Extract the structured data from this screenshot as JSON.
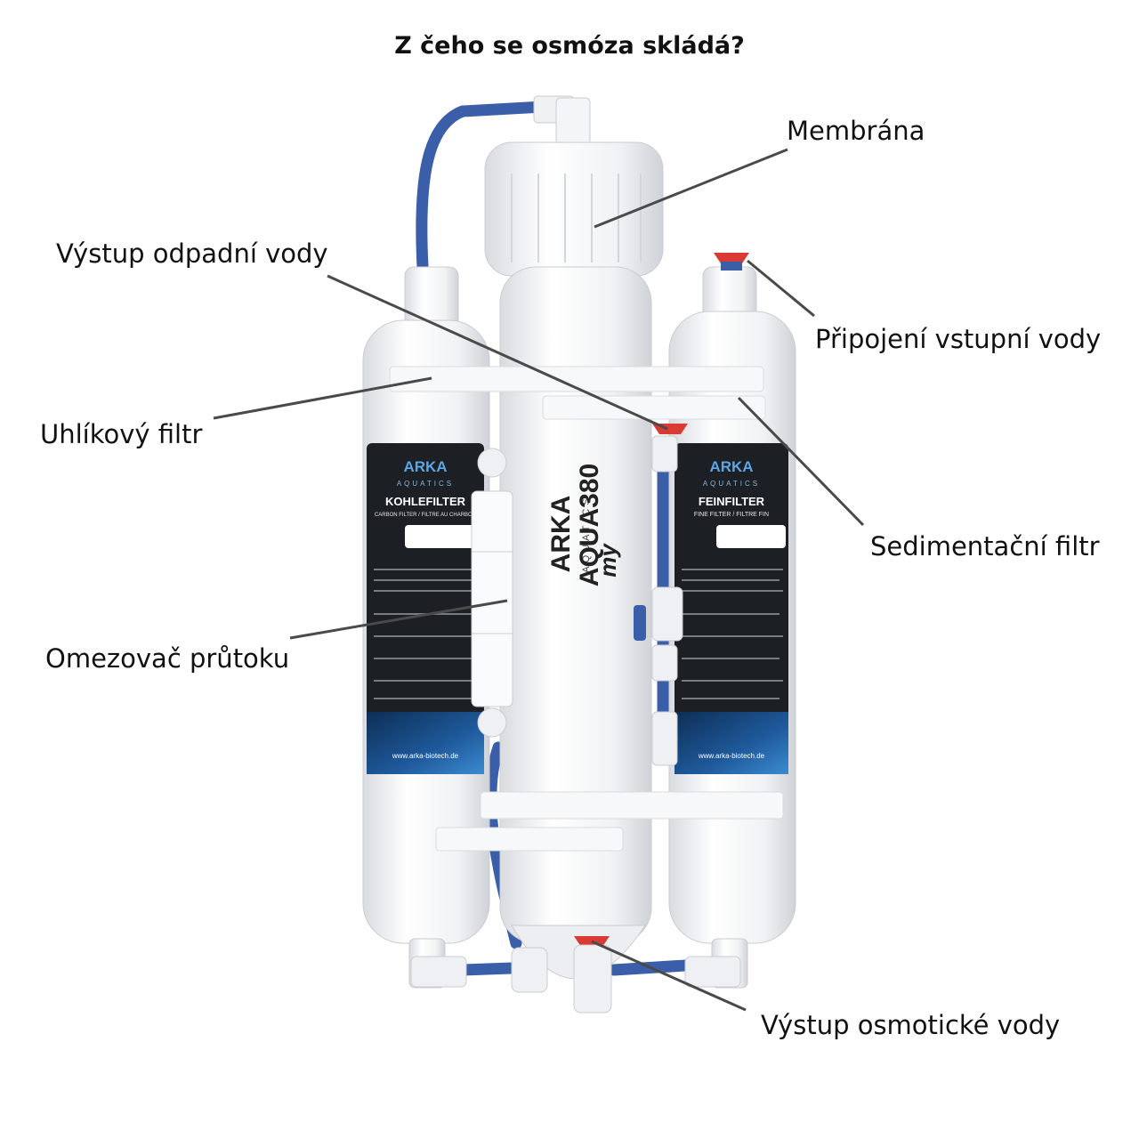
{
  "title": "Z čeho se osmóza skládá?",
  "labels": {
    "membrana": "Membrána",
    "vystup_odpadni": "Výstup odpadní vody",
    "pripojeni_vstupni": "Připojení vstupní vody",
    "uhlikovy_filtr": "Uhlíkový filtr",
    "sedimentacni_filtr": "Sedimentační filtr",
    "omezovac": "Omezovač průtoku",
    "vystup_osmoticke": "Výstup osmotické vody"
  },
  "device": {
    "brand": "ARKA",
    "brand_sub": "AQUATICS",
    "model_prefix": "my",
    "model": "AQUA380",
    "left_label": {
      "title": "KOHLEFILTER",
      "subtitle": "CARBON FILTER / FILTRE AU CHARBON",
      "website": "www.arka-biotech.de"
    },
    "right_label": {
      "title": "FEINFILTER",
      "subtitle": "FINE FILTER / FILTRE FIN",
      "website": "www.arka-biotech.de"
    }
  },
  "colors": {
    "tube": "#3a5fa8",
    "cap_red": "#d93a34",
    "body_white": "#f3f4f6",
    "label_dark": "#1c1f24",
    "line": "#4a4a4a"
  }
}
